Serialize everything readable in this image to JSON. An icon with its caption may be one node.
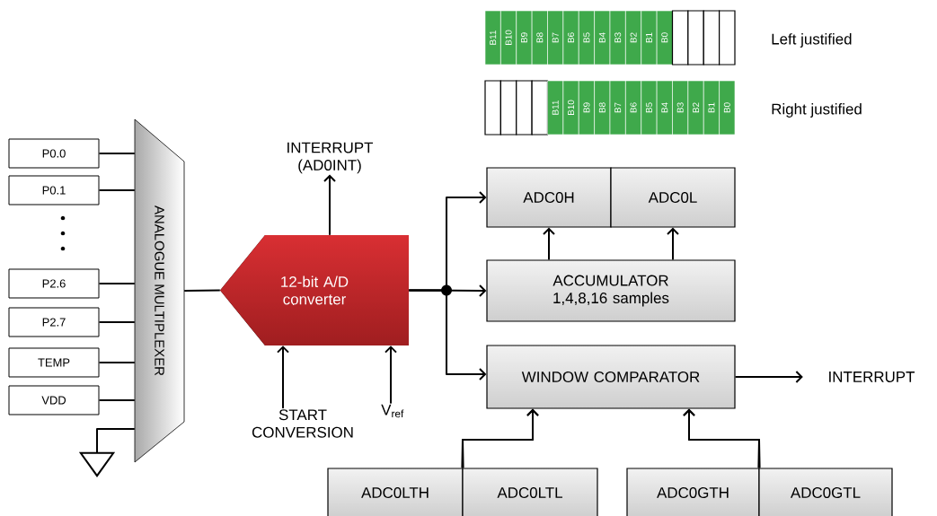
{
  "diagram": {
    "nodes": [
      {
        "text": [
          "P0.0"
        ]
      },
      {
        "text": [
          "P0.1"
        ]
      },
      {
        "text": [
          "P2.6"
        ]
      },
      {
        "text": [
          "P2.7"
        ]
      },
      {
        "text": [
          "TEMP"
        ]
      },
      {
        "text": [
          "VDD"
        ]
      },
      {
        "text": [
          "ANALOGUE MULTIPLEXER"
        ]
      },
      {
        "text": [],
        "shape": "triangle"
      },
      {
        "text": [
          "12-bit A/D converter"
        ]
      },
      {
        "text": [
          "INTERRUPT (AD0INT)"
        ]
      },
      {
        "text": [
          "START CONVERSION"
        ]
      },
      {
        "text": [
          "V$_{ref}$"
        ]
      },
      {
        "text": [
          "ADC0H"
        ]
      },
      {
        "text": [
          "ADC0L"
        ]
      },
      {
        "text": [
          "ACCUMULATOR 1,4,8,16 samples"
        ]
      },
      {
        "text": [
          "WINDOW COMPARATOR"
        ]
      },
      {
        "text": [
          "INTERRUPT"
        ]
      },
      {
        "text": [
          "ADC0LTH"
        ]
      },
      {
        "text": [
          "ADC0LTL"
        ]
      },
      {
        "text": [
          "ADC0GTH"
        ]
      },
      {
        "text": [
          "ADC0GTL"
        ]
      },
      {
        "text": [
          "B11"
        ]
      },
      {
        "text": [
          "B10"
        ]
      },
      {
        "text": [
          "B9"
        ]
      },
      {
        "text": [
          "B8"
        ]
      },
      {
        "text": [
          "B7"
        ]
      },
      {
        "text": [
          "B6"
        ]
      },
      {
        "text": [
          "B5"
        ]
      },
      {
        "text": [
          "B4"
        ]
      },
      {
        "text": [
          "B3"
        ]
      },
      {
        "text": [
          "B2"
        ]
      },
      {
        "text": [
          "B1"
        ]
      },
      {
        "text": [
          "B0"
        ]
      },
      {
        "text": [],
        "shape": "box"
      },
      {
        "text": [],
        "shape": "box"
      },
      {
        "text": [],
        "shape": "box"
      },
      {
        "text": [],
        "shape": "box"
      },
      {
        "text": [],
        "shape": "box"
      },
      {
        "text": [],
        "shape": "box"
      },
      {
        "text": [],
        "shape": "box"
      },
      {
        "text": [],
        "shape": "box"
      },
      {
        "text": [
          "B11"
        ]
      },
      {
        "text": [
          "B10"
        ]
      },
      {
        "text": [
          "B9"
        ]
      },
      {
        "text": [
          "B8"
        ]
      },
      {
        "text": [
          "B7"
        ]
      },
      {
        "text": [
          "B6"
        ]
      },
      {
        "text": [
          "B5"
        ]
      },
      {
        "text": [
          "B4"
        ]
      },
      {
        "text": [
          "B3"
        ]
      },
      {
        "text": [
          "B2"
        ]
      },
      {
        "text": [
          "B1"
        ]
      },
      {
        "text": [
          "B0"
        ]
      }
    ],
    "edges": [
      {
        "from": 0,
        "to": 6,
        "arrow": "none"
      },
      {
        "from": 1,
        "to": 6,
        "arrow": "none"
      },
      {
        "from": 2,
        "to": 6,
        "arrow": "none"
      },
      {
        "from": 3,
        "to": 6,
        "arrow": "none"
      },
      {
        "from": 4,
        "to": 6,
        "arrow": "none"
      },
      {
        "from": 5,
        "to": 6,
        "arrow": "none"
      },
      {
        "from": 6,
        "to": 7,
        "arrow": "none"
      },
      {
        "from": 6,
        "to": 8,
        "arrow": "none"
      },
      {
        "from": 8,
        "to": 9,
        "arrow": "to"
      },
      {
        "from": 10,
        "to": 8,
        "arrow": "to"
      },
      {
        "from": 11,
        "to": 8,
        "arrow": "to"
      },
      {
        "from": 8,
        "to": 12,
        "arrow": "to"
      },
      {
        "from": 8,
        "to": 14,
        "arrow": "to"
      },
      {
        "from": 8,
        "to": 15,
        "arrow": "to"
      },
      {
        "from": 14,
        "to": 12,
        "arrow": "to"
      },
      {
        "from": 14,
        "to": 13,
        "arrow": "to"
      },
      {
        "from": 15,
        "to": 16,
        "arrow": "to"
      },
      {
        "from": 17,
        "to": 15,
        "arrow": "to"
      },
      {
        "from": 18,
        "to": 15,
        "arrow": "to"
      },
      {
        "from": 19,
        "to": 15,
        "arrow": "to"
      },
      {
        "from": 20,
        "to": 15,
        "arrow": "to"
      }
    ],
    "labels": [
      "Left justified",
      "Right justified"
    ]
  }
}
